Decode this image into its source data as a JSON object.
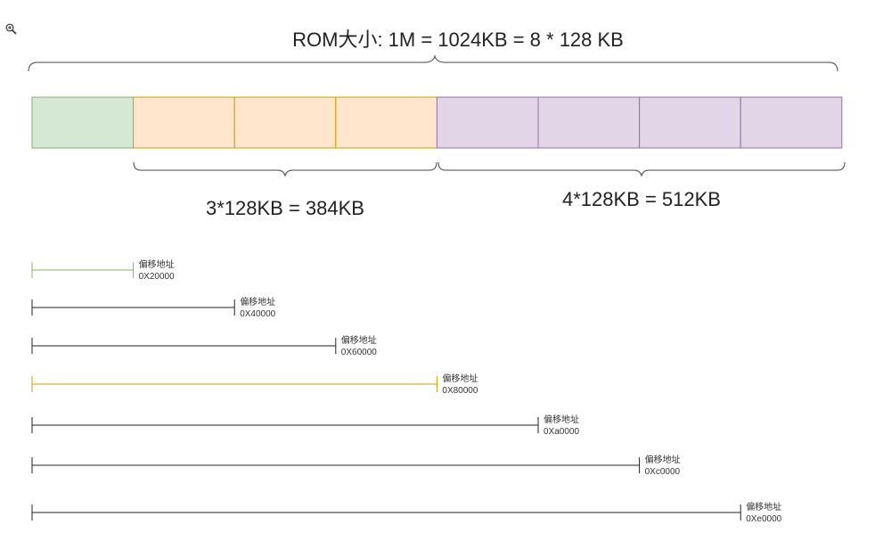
{
  "title": "ROM大小: 1M = 1024KB = 8 * 128 KB",
  "group_left_label": "3*128KB = 384KB",
  "group_right_label": "4*128KB = 512KB",
  "zoom_icon": "zoom-in-icon",
  "colors": {
    "green_fill": "#d5e8d4",
    "green_stroke": "#82b366",
    "orange_fill": "#ffe6cc",
    "orange_stroke": "#d79b00",
    "purple_fill": "#e1d5e7",
    "purple_stroke": "#9673a6",
    "line_default": "#222222"
  },
  "blocks": [
    {
      "color": "green"
    },
    {
      "color": "orange"
    },
    {
      "color": "orange"
    },
    {
      "color": "orange"
    },
    {
      "color": "purple"
    },
    {
      "color": "purple"
    },
    {
      "color": "purple"
    },
    {
      "color": "purple"
    }
  ],
  "offsets": [
    {
      "label": "偏移地址",
      "address": "0X20000",
      "blocks": 1,
      "color": "green"
    },
    {
      "label": "偏移地址",
      "address": "0X40000",
      "blocks": 2,
      "color": "default"
    },
    {
      "label": "偏移地址",
      "address": "0X60000",
      "blocks": 3,
      "color": "default"
    },
    {
      "label": "偏移地址",
      "address": "0X80000",
      "blocks": 4,
      "color": "orange"
    },
    {
      "label": "偏移地址",
      "address": "0Xa0000",
      "blocks": 5,
      "color": "default"
    },
    {
      "label": "偏移地址",
      "address": "0Xc0000",
      "blocks": 6,
      "color": "default"
    },
    {
      "label": "偏移地址",
      "address": "0Xe0000",
      "blocks": 7,
      "color": "default"
    }
  ]
}
